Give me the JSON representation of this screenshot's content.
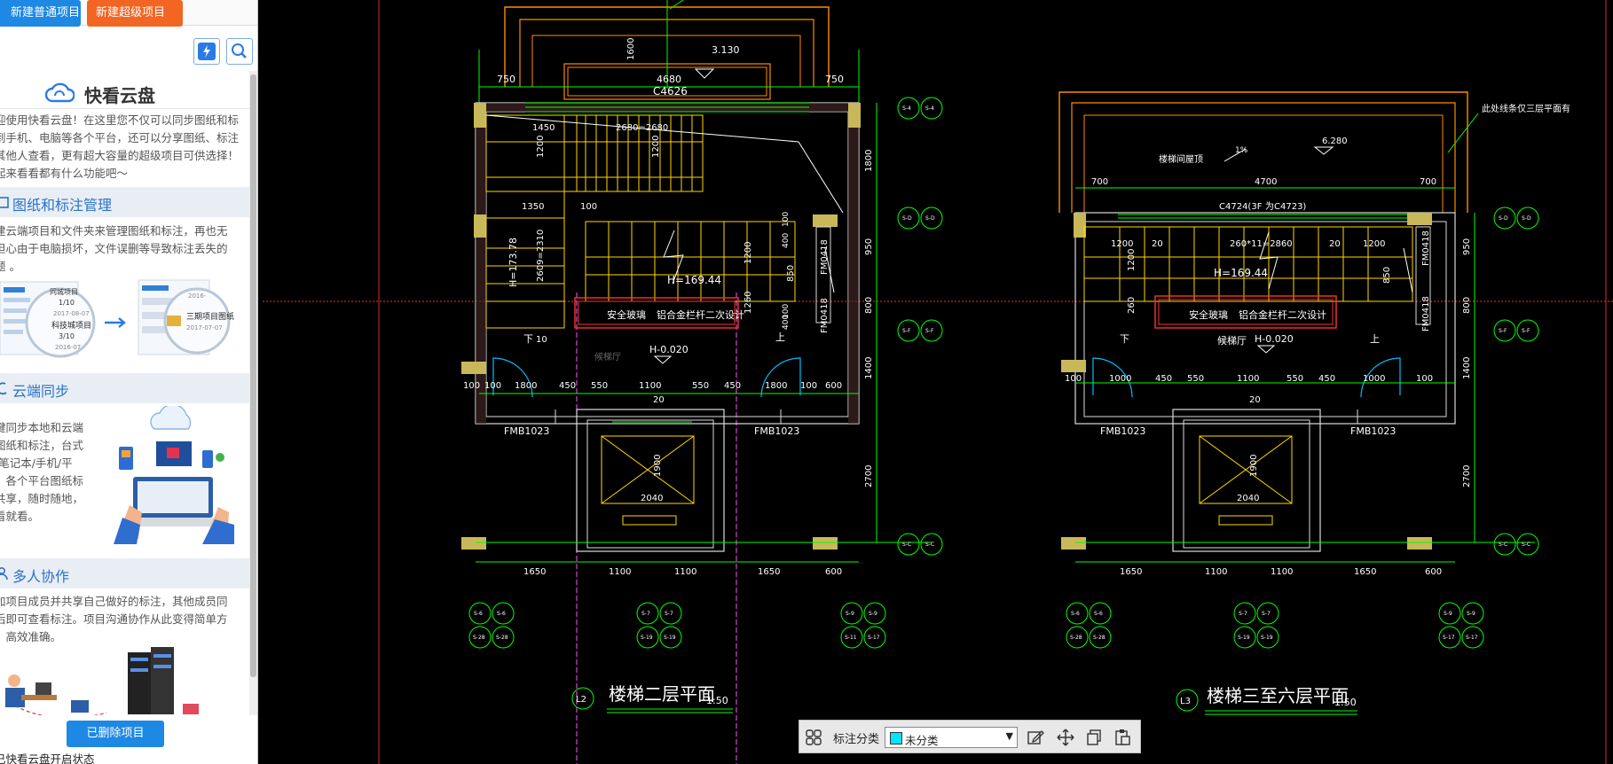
{
  "panel": {
    "title": "我参与的项目",
    "toolbar": {
      "new_project": "新建普通项目",
      "new_super_project": "新建超级项目"
    },
    "brand": "快看云盘",
    "intro": [
      "迎使用快看云盘！在这里您不仅可以同步图纸和标",
      "到手机、电脑等各个平台，还可以分享图纸、标注",
      "其他人查看，更有超大容量的超级项目可供选择！",
      "起来看看都有什么功能吧～"
    ],
    "sections": [
      {
        "title": "图纸和标注管理",
        "text": [
          "建云端项目和文件夹来管理图纸和标注，再也无",
          "担心由于电脑损坏，文件误删等导致标注丢失的",
          "题 。"
        ]
      },
      {
        "title": "云端同步",
        "text": [
          "键同步本地和云端",
          "图纸和标注，台式",
          "/笔记本/手机/平",
          "，各个平台图纸标",
          "共享，随时随地，",
          "看就看。"
        ]
      },
      {
        "title": "多人协作",
        "text": [
          "加项目成员并共享自己做好的标注，其他成员同",
          "后即可查看标注。项目沟通协作从此变得简单方",
          "，高效准确。"
        ]
      }
    ],
    "illustration": {
      "left_card": {
        "title": "同城项目",
        "date": "2017-08-07",
        "ratio_top": "1/10",
        "ratio_bottom": "3/10",
        "project": "科技城项目",
        "date2": "2016-07"
      },
      "right_card": {
        "title": "三期项目图纸",
        "date": "2017-07-07",
        "year": "2016-"
      }
    },
    "deleted_button": "已删除项目",
    "status": "已快看云盘开启状态"
  },
  "drawing": {
    "left_plan": {
      "title": "楼梯二层平面",
      "scale": "1:50",
      "tag": "L2",
      "labels": {
        "top_dims": [
          "750",
          "4680",
          "750"
        ],
        "window": "C4626",
        "elev_top": "3.130",
        "h1600": "1600",
        "d1450": "1450",
        "d2680": "2680=2680",
        "d1200a": "1200",
        "d1200b": "1200",
        "d1350": "1350",
        "d100": "100",
        "h1700": "H=173.78",
        "h2609": "2609=2310",
        "h16944": "H=169.44",
        "v1200": "1200",
        "v850": "850",
        "v1260": "1260",
        "glass": "安全玻璃",
        "rail": "铝合金栏杆二次设计",
        "down": "下",
        "d10": "10",
        "up": "上",
        "hall": "候梯厅",
        "h0020": "H-0.020",
        "row_dims": [
          "100",
          "100",
          "1800",
          "450",
          "550",
          "1100",
          "550",
          "450",
          "1800",
          "100",
          "600"
        ],
        "d20": "20",
        "door_left": "FMB1023",
        "door_right": "FMB1023",
        "fm": "FM0418",
        "fm2": "FM0418",
        "bot_dims": [
          "1650",
          "1100",
          "1100",
          "1650",
          "600"
        ],
        "shaft_h": "1900",
        "shaft_w": "2040",
        "right_dims": [
          "1800",
          "950",
          "800",
          "1400",
          "2700"
        ],
        "r_small": [
          "400",
          "100",
          "100",
          "400"
        ]
      }
    },
    "right_plan": {
      "title": "楼梯三至六层平面",
      "scale": "1:50",
      "tag": "L3",
      "labels": {
        "note": "此处线条仅三层平面有",
        "stair_roof": "楼梯间屋顶",
        "slope": "1%",
        "elev": "6.280",
        "top_dims": [
          "700",
          "4700",
          "700"
        ],
        "window": "C4724(3F",
        "window2": "为C4723)",
        "d1200": "1200",
        "d20": "20",
        "d2601": "260*11=2860",
        "d20b": "20",
        "d1200b": "1200",
        "h16944": "H=169.44",
        "v1200": "1200",
        "v850": "850",
        "v260": "260",
        "glass": "安全玻璃",
        "rail": "铝合金栏杆二次设计",
        "hall": "候梯厅",
        "h0020": "H-0.020",
        "down": "下",
        "up": "上",
        "row_dims": [
          "100",
          "1000",
          "450",
          "550",
          "1100",
          "550",
          "450",
          "1000",
          "100"
        ],
        "d20c": "20",
        "door_left": "FMB1023",
        "door_right": "FMB1023",
        "fm": "FM0418",
        "fm2": "FM0418",
        "bot_dims": [
          "1650",
          "1100",
          "1100",
          "1650",
          "600"
        ],
        "shaft_h": "1900",
        "shaft_w": "2040",
        "right_dims": [
          "950",
          "800",
          "1400",
          "2700"
        ]
      }
    },
    "axis_bubbles": {
      "l_right": [
        [
          "S-4",
          "S-4"
        ],
        [
          "S-D",
          "S-D"
        ],
        [
          "S-F",
          "S-F"
        ],
        [
          "S-C",
          "S-C"
        ]
      ],
      "l_bottom": [
        [
          "S-6",
          "S-6"
        ],
        [
          "S-28",
          "S-28"
        ],
        [
          "S-7",
          "S-7"
        ],
        [
          "S-19",
          "S-19"
        ],
        [
          "S-9",
          "S-9"
        ],
        [
          "S-11",
          "S-17"
        ]
      ],
      "r_right": [
        [
          "S-D",
          "S-D"
        ],
        [
          "S-F",
          "S-F"
        ],
        [
          "S-C",
          "S-C"
        ]
      ],
      "r_bottom": [
        [
          "S-6",
          "S-6"
        ],
        [
          "S-28",
          "S-28"
        ],
        [
          "S-7",
          "S-7"
        ],
        [
          "S-19",
          "S-19"
        ],
        [
          "S-9",
          "S-9"
        ],
        [
          "S-17",
          "S-17"
        ]
      ]
    },
    "annotation_bar": {
      "label": "标注分类",
      "selected": "未分类",
      "swatch_color": "#00e5ff"
    }
  }
}
